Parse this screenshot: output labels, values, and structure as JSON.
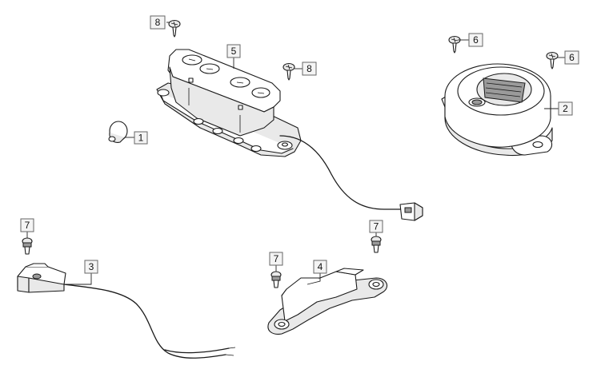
{
  "diagram": {
    "callouts": [
      {
        "id": "c1",
        "label": "1"
      },
      {
        "id": "c2",
        "label": "2"
      },
      {
        "id": "c3",
        "label": "3"
      },
      {
        "id": "c4",
        "label": "4"
      },
      {
        "id": "c5",
        "label": "5"
      },
      {
        "id": "c6a",
        "label": "6"
      },
      {
        "id": "c6b",
        "label": "6"
      },
      {
        "id": "c7a",
        "label": "7"
      },
      {
        "id": "c7b",
        "label": "7"
      },
      {
        "id": "c7c",
        "label": "7"
      },
      {
        "id": "c8a",
        "label": "8"
      },
      {
        "id": "c8b",
        "label": "8"
      }
    ]
  }
}
